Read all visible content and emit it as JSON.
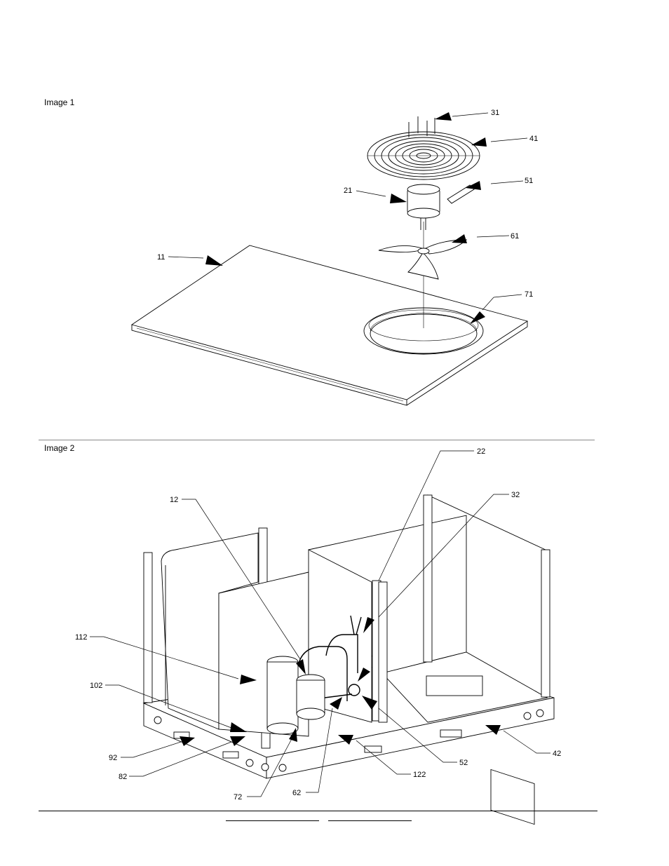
{
  "captions": {
    "image1": "Image 1",
    "image2": "Image 2"
  },
  "image1_callouts": [
    {
      "label": "31"
    },
    {
      "label": "41"
    },
    {
      "label": "51"
    },
    {
      "label": "21"
    },
    {
      "label": "61"
    },
    {
      "label": "11"
    },
    {
      "label": "71"
    }
  ],
  "image2_callouts": [
    {
      "label": "22"
    },
    {
      "label": "32"
    },
    {
      "label": "12"
    },
    {
      "label": "112"
    },
    {
      "label": "102"
    },
    {
      "label": "92"
    },
    {
      "label": "82"
    },
    {
      "label": "72"
    },
    {
      "label": "62"
    },
    {
      "label": "122"
    },
    {
      "label": "52"
    },
    {
      "label": "42"
    }
  ]
}
